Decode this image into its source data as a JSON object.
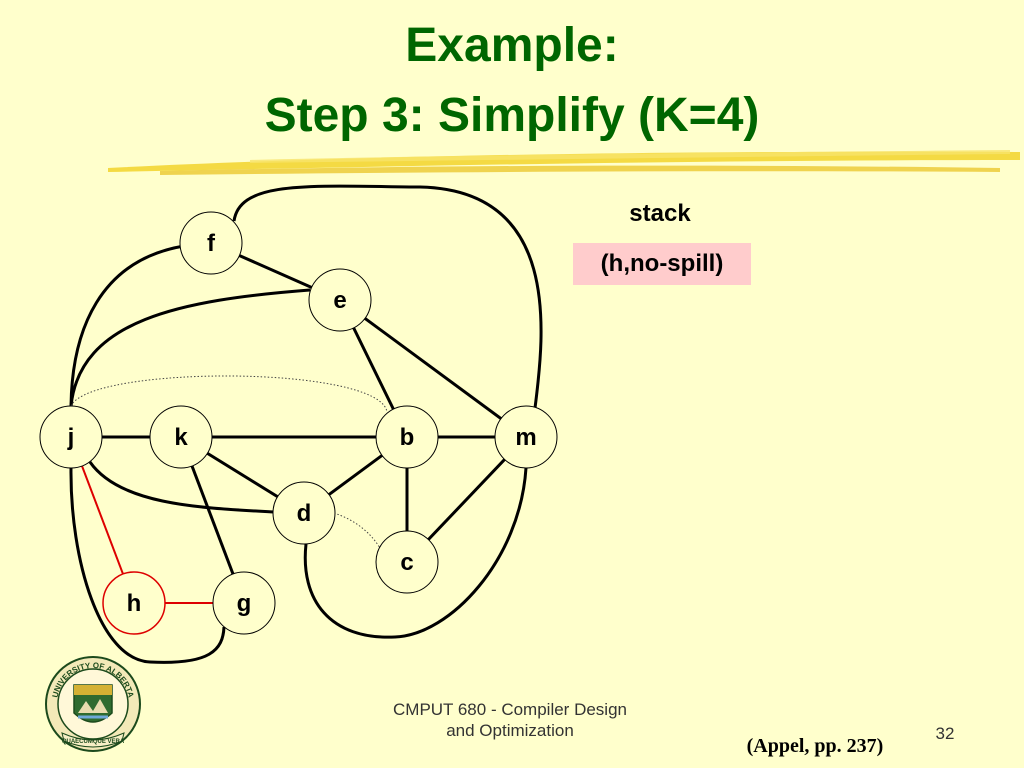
{
  "title": {
    "line1": "Example:",
    "line2": "Step 3: Simplify (K=4)"
  },
  "colors": {
    "background": "#ffffcc",
    "title": "#006600",
    "accent_stroke": "#f2d32a",
    "node_fill": "#ffffcc",
    "highlight_edge": "#dd0000",
    "stack_fill": "#ffcccc"
  },
  "graph": {
    "nodes": [
      {
        "id": "f",
        "label": "f"
      },
      {
        "id": "e",
        "label": "e"
      },
      {
        "id": "j",
        "label": "j"
      },
      {
        "id": "k",
        "label": "k"
      },
      {
        "id": "b",
        "label": "b"
      },
      {
        "id": "m",
        "label": "m"
      },
      {
        "id": "d",
        "label": "d"
      },
      {
        "id": "c",
        "label": "c"
      },
      {
        "id": "h",
        "label": "h",
        "highlight": true
      },
      {
        "id": "g",
        "label": "g"
      }
    ],
    "edges": [
      {
        "from": "f",
        "to": "e",
        "style": "solid"
      },
      {
        "from": "f",
        "to": "j",
        "style": "solid"
      },
      {
        "from": "f",
        "to": "m",
        "style": "solid"
      },
      {
        "from": "e",
        "to": "j",
        "style": "solid"
      },
      {
        "from": "e",
        "to": "b",
        "style": "solid"
      },
      {
        "from": "e",
        "to": "m",
        "style": "solid"
      },
      {
        "from": "j",
        "to": "k",
        "style": "solid"
      },
      {
        "from": "j",
        "to": "d",
        "style": "solid"
      },
      {
        "from": "j",
        "to": "g",
        "style": "solid"
      },
      {
        "from": "j",
        "to": "h",
        "style": "removed"
      },
      {
        "from": "j",
        "to": "b",
        "style": "dotted"
      },
      {
        "from": "k",
        "to": "b",
        "style": "solid"
      },
      {
        "from": "k",
        "to": "d",
        "style": "solid"
      },
      {
        "from": "k",
        "to": "g",
        "style": "solid"
      },
      {
        "from": "b",
        "to": "m",
        "style": "solid"
      },
      {
        "from": "b",
        "to": "d",
        "style": "solid"
      },
      {
        "from": "b",
        "to": "c",
        "style": "solid"
      },
      {
        "from": "m",
        "to": "c",
        "style": "solid"
      },
      {
        "from": "d",
        "to": "c",
        "style": "dotted"
      },
      {
        "from": "d",
        "to": "m",
        "style": "solid"
      },
      {
        "from": "h",
        "to": "g",
        "style": "removed"
      }
    ]
  },
  "stack": {
    "label": "stack",
    "items": [
      "(h,no-spill)"
    ]
  },
  "logo": {
    "top_text": "UNIVERSITY OF ALBERTA",
    "motto": "QUAECUMQUE VERA"
  },
  "footer": {
    "course_line1": "CMPUT 680 - Compiler Design",
    "course_line2": "and Optimization",
    "page_number": "32",
    "citation": "(Appel, pp. 237)"
  }
}
